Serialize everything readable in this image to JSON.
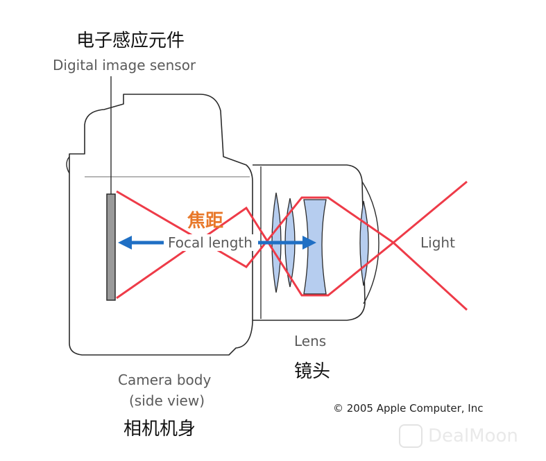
{
  "labels": {
    "sensor_cn": "电子感应元件",
    "sensor_en": "Digital image sensor",
    "focal_cn": "焦距",
    "focal_en": "Focal length",
    "light": "Light",
    "lens_en": "Lens",
    "lens_cn": "镜头",
    "body_en_1": "Camera body",
    "body_en_2": "(side view)",
    "body_cn": "相机机身",
    "copyright": "© 2005 Apple Computer, Inc",
    "watermark": "DealMoon"
  },
  "colors": {
    "outline": "#2a2a2a",
    "ray": "#ee3b48",
    "arrow": "#1f6fc4",
    "lens_fill": "#b6cdef",
    "sensor_fill": "#9a9a9a",
    "focal_label": "#e8782a"
  },
  "icons": {
    "watermark": "dealmoon-logo-icon"
  }
}
